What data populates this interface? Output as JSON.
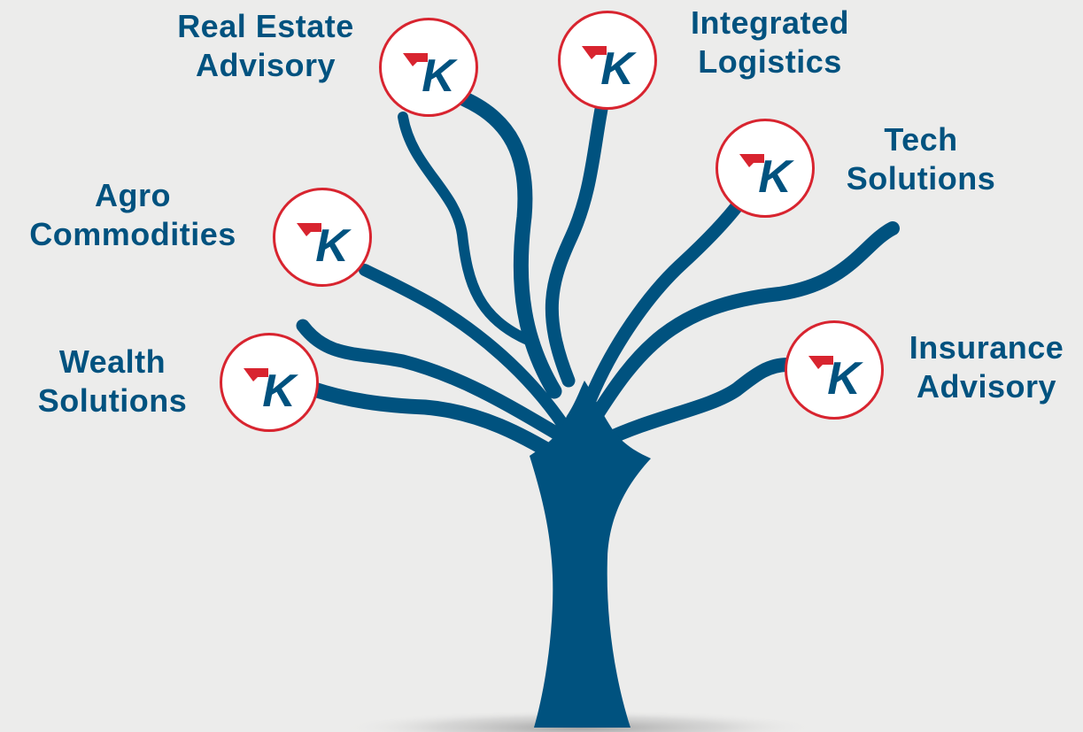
{
  "colors": {
    "background": "#ececeb",
    "tree": "#00527f",
    "brand_red": "#d8242f",
    "label_text": "#00527f"
  },
  "logo": {
    "icon": "tk-logo-icon",
    "text": "K"
  },
  "branches": [
    {
      "id": "real-estate-advisory",
      "line1": "Real Estate",
      "line2": "Advisory"
    },
    {
      "id": "integrated-logistics",
      "line1": "Integrated",
      "line2": "Logistics"
    },
    {
      "id": "tech-solutions",
      "line1": "Tech",
      "line2": "Solutions"
    },
    {
      "id": "agro-commodities",
      "line1": "Agro",
      "line2": "Commodities"
    },
    {
      "id": "insurance-advisory",
      "line1": "Insurance",
      "line2": "Advisory"
    },
    {
      "id": "wealth-solutions",
      "line1": "Wealth",
      "line2": "Solutions"
    }
  ]
}
